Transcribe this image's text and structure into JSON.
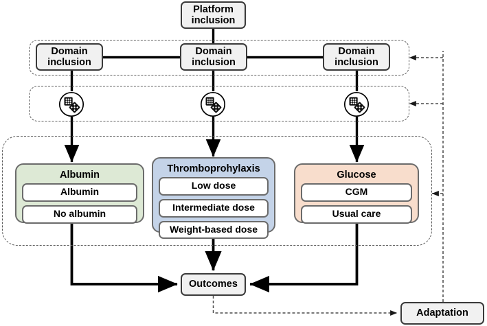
{
  "diagram": {
    "type": "adaptive-platform-trial-flow",
    "title_nodes": {
      "platform_inclusion": "Platform\ninclusion",
      "outcomes": "Outcomes",
      "adaptation": "Adaptation"
    },
    "platform": {
      "label_line1": "Platform",
      "label_line2": "inclusion"
    },
    "domain_inclusion_row": {
      "container_name": "domain-inclusion-group",
      "items": [
        {
          "id": "domain-inclusion-left",
          "label_line1": "Domain",
          "label_line2": "inclusion"
        },
        {
          "id": "domain-inclusion-middle",
          "label_line1": "Domain",
          "label_line2": "inclusion"
        },
        {
          "id": "domain-inclusion-right",
          "label_line1": "Domain",
          "label_line2": "inclusion"
        }
      ]
    },
    "randomization_row": {
      "container_name": "randomisation-group",
      "icon_name": "dice-icon",
      "items": [
        {
          "id": "randomisation-left",
          "icon": "dice-icon"
        },
        {
          "id": "randomisation-middle",
          "icon": "dice-icon"
        },
        {
          "id": "randomisation-right",
          "icon": "dice-icon"
        }
      ]
    },
    "domains": {
      "container_name": "domains-group",
      "panels": [
        {
          "id": "albumin-domain",
          "title": "Albumin",
          "color": "#dde9d5",
          "arms": [
            "Albumin",
            "No albumin"
          ]
        },
        {
          "id": "thromboprophylaxis-domain",
          "title": "Thromboprohylaxis",
          "color": "#c4d3e8",
          "arms": [
            "Low dose",
            "Intermediate dose",
            "Weight-based dose"
          ]
        },
        {
          "id": "glucose-domain",
          "title": "Glucose",
          "color": "#f8ddcc",
          "arms": [
            "CGM",
            "Usual care"
          ]
        }
      ]
    },
    "outcomes": {
      "label": "Outcomes"
    },
    "adaptation": {
      "label": "Adaptation"
    },
    "colors": {
      "box_fill": "#f1f1f1",
      "box_stroke": "#3a3a3a",
      "arm_fill": "#ffffff",
      "arm_stroke": "#6b6b6b",
      "flow_line": "#000000",
      "dashed_line": "#4a4a4a",
      "albumin_panel": "#dde9d5",
      "thromboprophylaxis_panel": "#c4d3e8",
      "glucose_panel": "#f8ddcc",
      "background": "#ffffff"
    }
  }
}
